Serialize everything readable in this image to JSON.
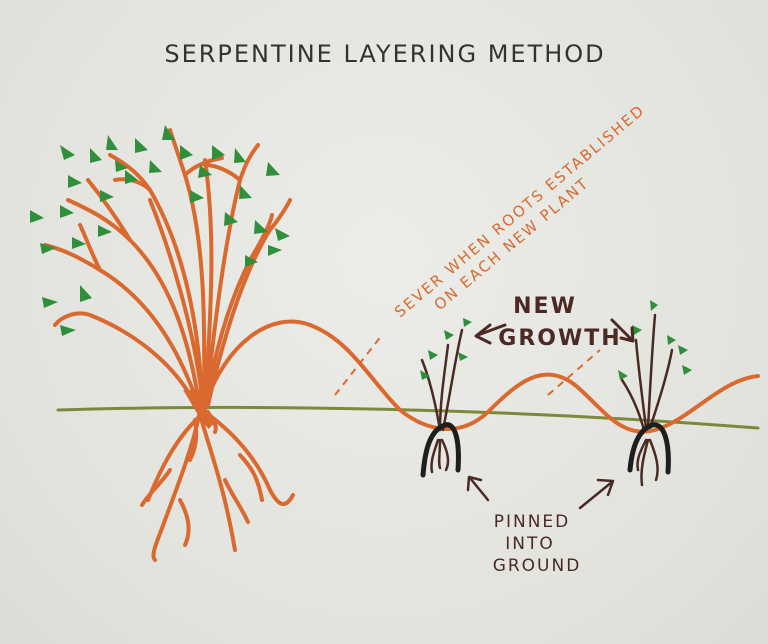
{
  "title": "SERPENTINE LAYERING METHOD",
  "annotation_sever": {
    "line1": "SEVER WHEN ROOTS ESTABLISHED",
    "line2": "ON EACH NEW PLANT"
  },
  "annotation_new_growth": {
    "line1": "NEW",
    "line2": "GROWTH"
  },
  "annotation_pinned": {
    "line1": "PINNED",
    "line2": "INTO",
    "line3": "GROUND"
  },
  "colors": {
    "background": "#e6e6e2",
    "stem": "#d9692f",
    "leaf": "#2f8f3a",
    "ground": "#7a8a3a",
    "ink": "#4a2a22",
    "pin": "#1e1e1e",
    "title": "#333333"
  }
}
